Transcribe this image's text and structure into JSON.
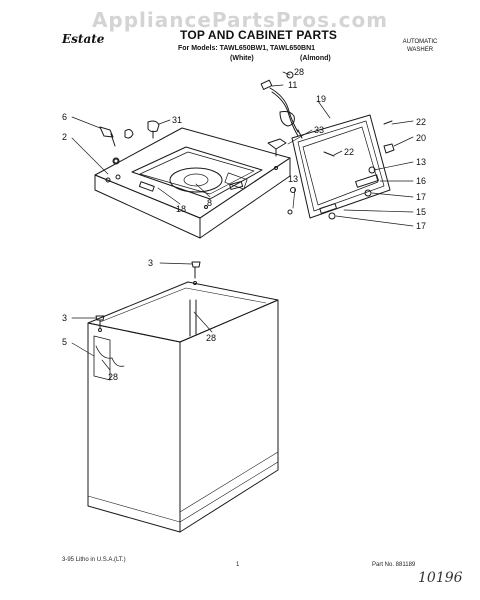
{
  "header": {
    "watermark": "AppliancePartsPros.com",
    "brand": "Estate",
    "title": "TOP AND CABINET PARTS",
    "models": "For Models: TAWL650BW1, TAWL650BN1",
    "color_white": "(White)",
    "color_almond": "(Almond)",
    "type_line1": "AUTOMATIC",
    "type_line2": "WASHER"
  },
  "diagram": {
    "callouts": [
      {
        "id": "c28a",
        "label": "28"
      },
      {
        "id": "c11",
        "label": "11"
      },
      {
        "id": "c19",
        "label": "19"
      },
      {
        "id": "c6",
        "label": "6"
      },
      {
        "id": "c31",
        "label": "31"
      },
      {
        "id": "c2",
        "label": "2"
      },
      {
        "id": "c33",
        "label": "33"
      },
      {
        "id": "c22a",
        "label": "22"
      },
      {
        "id": "c20",
        "label": "20"
      },
      {
        "id": "c22b",
        "label": "22"
      },
      {
        "id": "c13a",
        "label": "13"
      },
      {
        "id": "c13b",
        "label": "13"
      },
      {
        "id": "c16",
        "label": "16"
      },
      {
        "id": "c17a",
        "label": "17"
      },
      {
        "id": "c15",
        "label": "15"
      },
      {
        "id": "c17b",
        "label": "17"
      },
      {
        "id": "c18",
        "label": "18"
      },
      {
        "id": "c8",
        "label": "8"
      },
      {
        "id": "c3a",
        "label": "3"
      },
      {
        "id": "c28b",
        "label": "28"
      },
      {
        "id": "c3b",
        "label": "3"
      },
      {
        "id": "c5",
        "label": "5"
      },
      {
        "id": "c28c",
        "label": "28"
      }
    ]
  },
  "footer": {
    "printed": "3-95 Litho in U.S.A.(LT.)",
    "page_number": "1",
    "part_no": "Part No. 881189",
    "handwritten": "10196"
  }
}
